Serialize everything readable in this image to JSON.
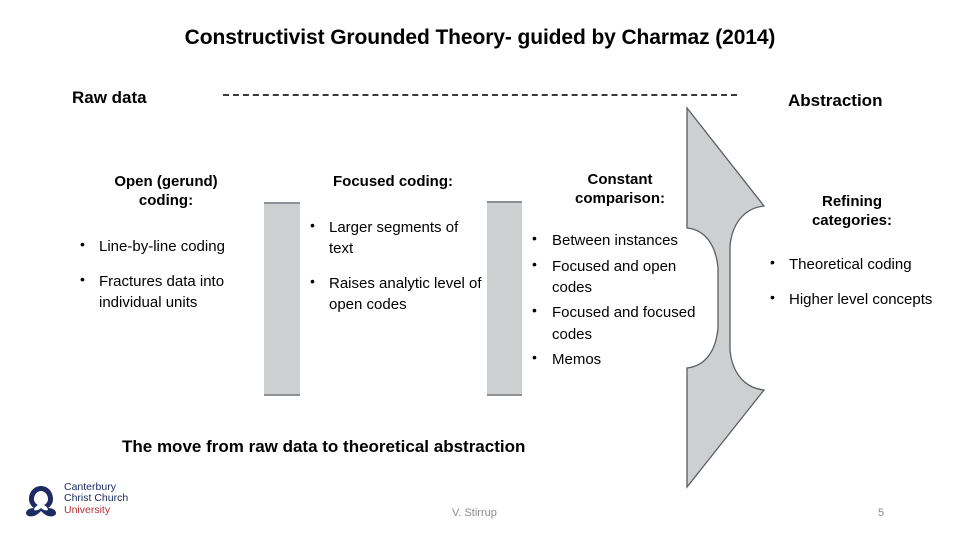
{
  "slide": {
    "title": "Constructivist Grounded Theory- guided by Charmaz (2014)",
    "caption": "The move from raw data to theoretical abstraction",
    "left_axis_label": "Raw data",
    "right_axis_label": "Abstraction"
  },
  "columns": [
    {
      "heading": "Open (gerund) coding:",
      "heading_lines": [
        "Open (gerund)",
        "coding:"
      ],
      "bullets": [
        "Line-by-line coding",
        "Fractures data into individual units"
      ]
    },
    {
      "heading": "Focused coding:",
      "heading_lines": [
        "Focused coding:"
      ],
      "bullets": [
        "Larger segments of text",
        "Raises analytic level of open codes"
      ]
    },
    {
      "heading": "Constant comparison:",
      "heading_lines": [
        "Constant",
        "comparison:"
      ],
      "bullets": [
        "Between instances",
        "Focused and open codes",
        "Focused and focused codes",
        "Memos"
      ]
    },
    {
      "heading": "Refining categories:",
      "heading_lines": [
        "Refining",
        "categories:"
      ],
      "bullets": [
        "Theoretical coding",
        "Higher level concepts"
      ]
    }
  ],
  "footer": {
    "author": "V. Stirrup",
    "page_number": "5"
  },
  "logo": {
    "line1": "Canterbury",
    "line2": "Christ Church",
    "line3": "University"
  },
  "colors": {
    "arrow_fill": "#cdcfd1",
    "arrow_stroke": "#5a5d61",
    "divider_fill": "#cdcfd1",
    "dashed_line": "#3a3a3a",
    "text": "#000000",
    "footer_text": "#8b8b8b",
    "logo_blue": "#1d2b62",
    "logo_red": "#b03038"
  }
}
